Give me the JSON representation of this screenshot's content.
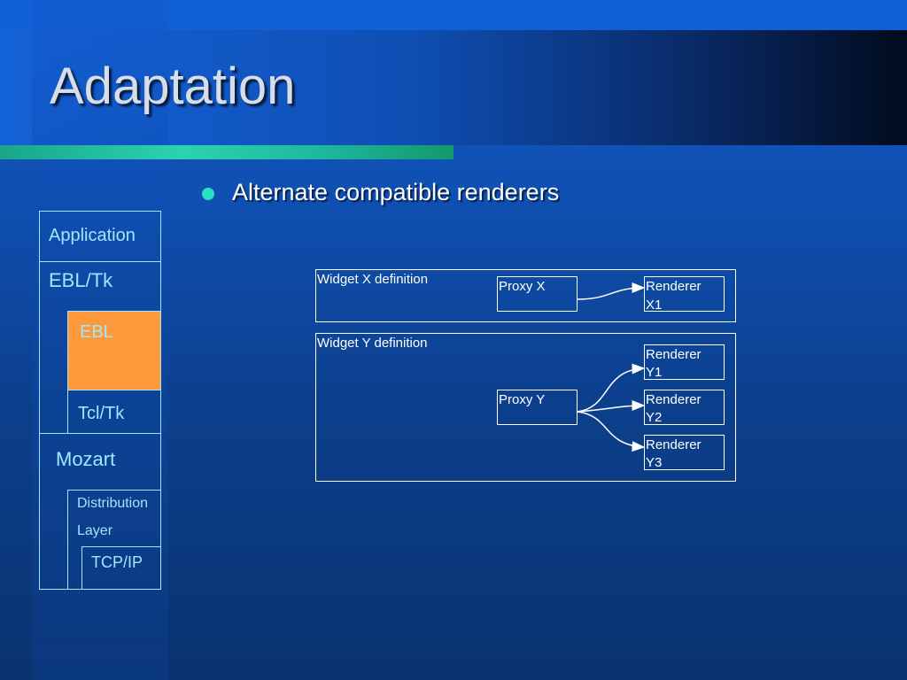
{
  "slide": {
    "title": "Adaptation",
    "bullet": "Alternate compatible renderers"
  },
  "stack": {
    "application": "Application",
    "ebl_tk": "EBL/Tk",
    "ebl": "EBL",
    "tcl_tk": "Tcl/Tk",
    "mozart": "Mozart",
    "distribution": "Distribution",
    "layer": "Layer",
    "tcp_ip": "TCP/IP"
  },
  "diagram": {
    "widget_x": "Widget X definition",
    "widget_y": "Widget Y definition",
    "proxy_x": "Proxy X",
    "proxy_y": "Proxy Y",
    "renderer_x1": [
      "Renderer",
      "X1"
    ],
    "renderer_y1": [
      "Renderer",
      "Y1"
    ],
    "renderer_y2": [
      "Renderer",
      "Y2"
    ],
    "renderer_y3": [
      "Renderer",
      "Y3"
    ]
  },
  "colors": {
    "accent": "#29e0c4",
    "stack_line": "#9fe6ff",
    "ebl_fill": "#ff9a3c"
  }
}
